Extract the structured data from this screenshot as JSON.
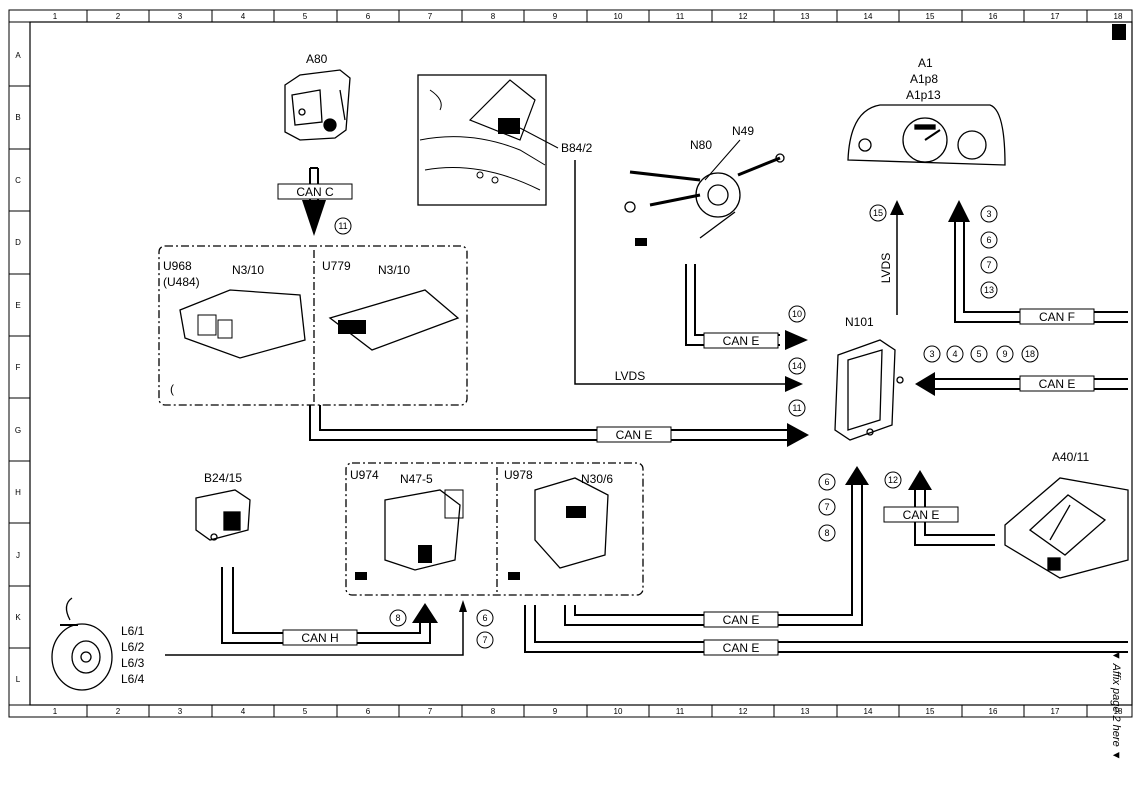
{
  "frame": {
    "columns": [
      "1",
      "2",
      "3",
      "4",
      "5",
      "6",
      "7",
      "8",
      "9",
      "10",
      "11",
      "12",
      "13",
      "14",
      "15",
      "16",
      "17",
      "18"
    ],
    "rows": [
      "A",
      "B",
      "C",
      "D",
      "E",
      "F",
      "G",
      "H",
      "J",
      "K",
      "L"
    ]
  },
  "components": {
    "a80": "A80",
    "b84_2": "B84/2",
    "n80": "N80",
    "n49": "N49",
    "a1": "A1",
    "a1p8": "A1p8",
    "a1p13": "A1p13",
    "u968": "U968",
    "u484": "(U484)",
    "n3_10_a": "N3/10",
    "u779": "U779",
    "n3_10_b": "N3/10",
    "n101": "N101",
    "b24_15": "B24/15",
    "u974": "U974",
    "n47_5": "N47-5",
    "u978": "U978",
    "n30_6": "N30/6",
    "a40_11": "A40/11",
    "l6_1": "L6/1",
    "l6_2": "L6/2",
    "l6_3": "L6/3",
    "l6_4": "L6/4",
    "paren": "("
  },
  "bus_labels": {
    "can_c": "CAN C",
    "can_e_n80": "CAN E",
    "lvds_b84": "LVDS",
    "can_e_n3": "CAN E",
    "lvds_a1": "LVDS",
    "can_f": "CAN F",
    "can_e_right": "CAN E",
    "can_e_a40": "CAN E",
    "can_h": "CAN H",
    "can_e_bottom1": "CAN E",
    "can_e_bottom2": "CAN E"
  },
  "circles": {
    "c11_top": "11",
    "c10": "10",
    "c14": "14",
    "c11_mid": "11",
    "c15": "15",
    "a1_3": "3",
    "a1_6": "6",
    "a1_7": "7",
    "a1_13": "13",
    "r3": "3",
    "r4": "4",
    "r5": "5",
    "r9": "9",
    "r18": "18",
    "n101_6": "6",
    "n101_7": "7",
    "n101_8": "8",
    "c12": "12",
    "c8": "8",
    "c6": "6",
    "c7": "7"
  },
  "side_note": "▼ Affix page 2 here ▼",
  "icons": [
    "hand-pointer-icon",
    "dashed-control-unit-frame"
  ],
  "colors": {
    "ink": "#000000",
    "paper": "#ffffff"
  }
}
